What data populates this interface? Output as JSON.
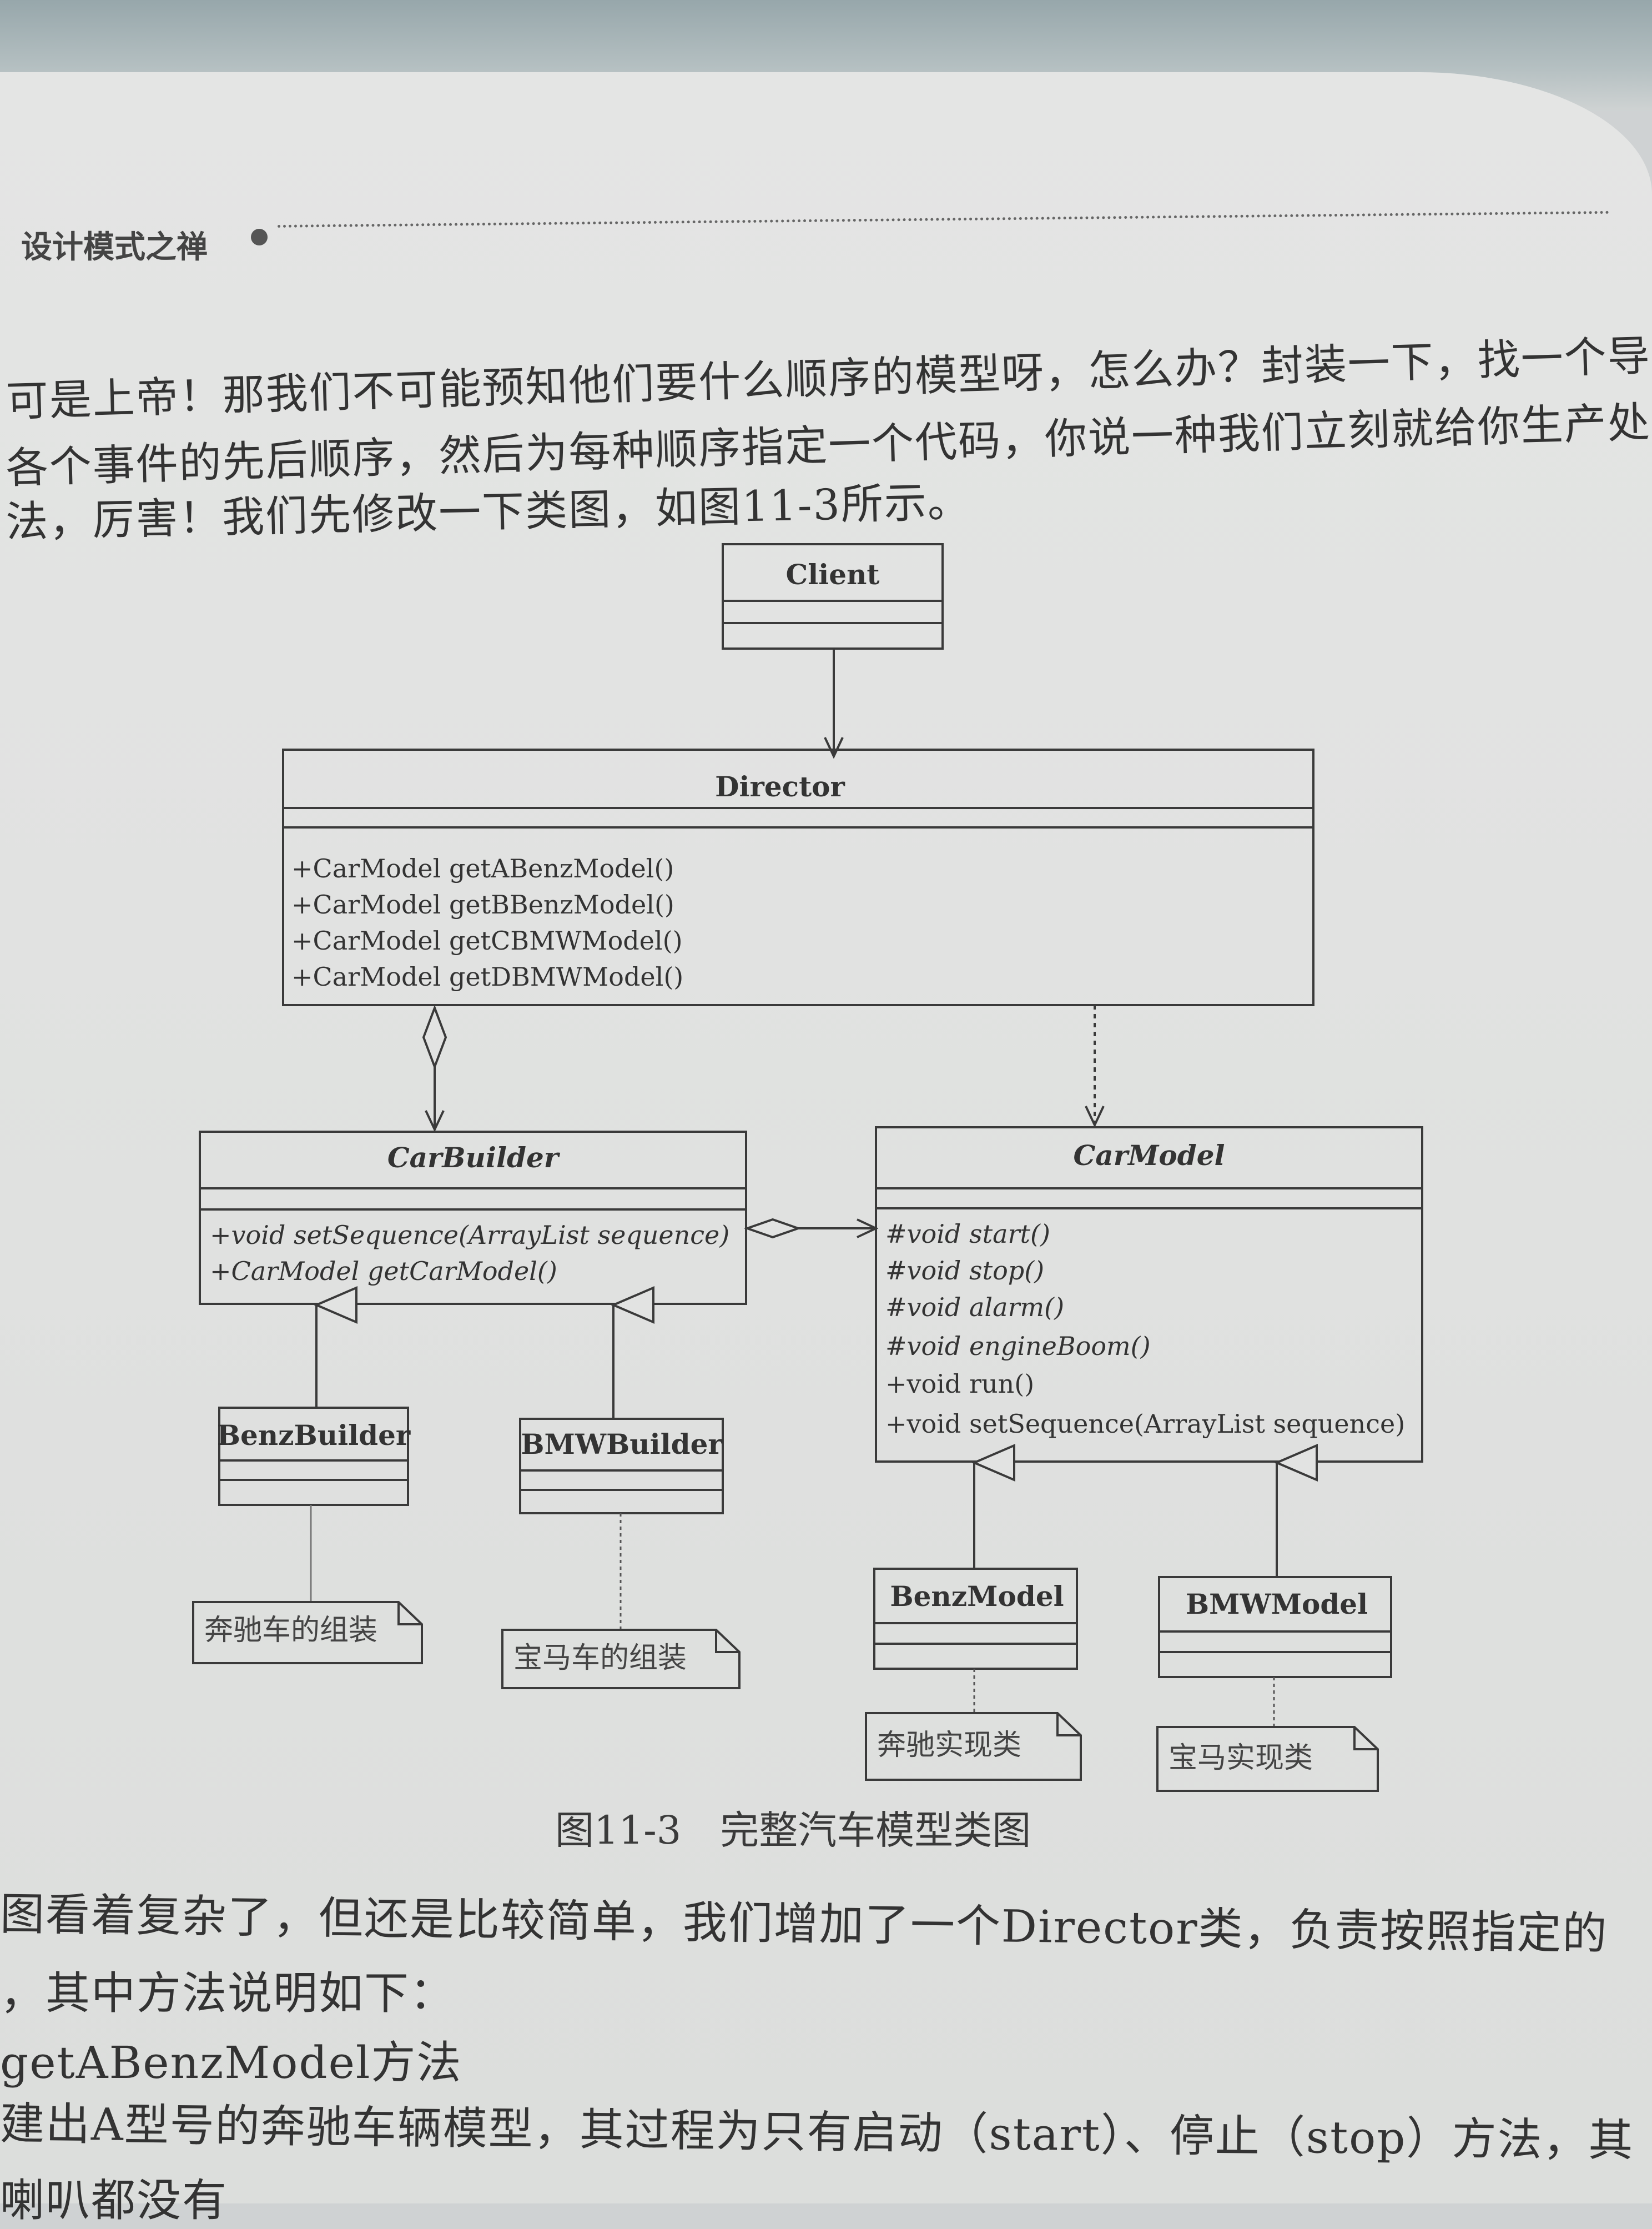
{
  "header": {
    "title": "设计模式之禅"
  },
  "intro_lines": [
    "可是上帝！那我们不可能预知他们要什么顺序的模型呀，怎么办？封装一下，找一个导",
    "各个事件的先后顺序，然后为每种顺序指定一个代码，你说一种我们立刻就给你生产处",
    "法，厉害！我们先修改一下类图，如图11-3所示。"
  ],
  "diagram": {
    "client": {
      "name": "Client"
    },
    "director": {
      "name": "Director",
      "ops": [
        "+CarModel getABenzModel()",
        "+CarModel getBBenzModel()",
        "+CarModel getCBMWModel()",
        "+CarModel getDBMWModel()"
      ]
    },
    "carbuilder": {
      "name": "CarBuilder",
      "ops": [
        "+void setSequence(ArrayList sequence)",
        "+CarModel getCarModel()"
      ]
    },
    "carmodel": {
      "name": "CarModel",
      "ops": [
        "#void start()",
        "#void stop()",
        "#void alarm()",
        "#void engineBoom()",
        "+void run()",
        "+void setSequence(ArrayList sequence)"
      ]
    },
    "benzbuilder": {
      "name": "BenzBuilder",
      "note": "奔驰车的组装"
    },
    "bmwbuilder": {
      "name": "BMWBuilder",
      "note": "宝马车的组装"
    },
    "benzmodel": {
      "name": "BenzModel",
      "note": "奔驰实现类"
    },
    "bmwmodel": {
      "name": "BMWModel",
      "note": "宝马实现类"
    }
  },
  "caption": "图11-3　完整汽车模型类图",
  "body_lines": [
    "图看着复杂了，但还是比较简单，我们增加了一个Director类，负责按照指定的",
    "，其中方法说明如下：",
    "getABenzModel方法",
    "建出A型号的奔驰车辆模型，其过程为只有启动（start）、停止（stop）方法，其",
    "喇叭都没有"
  ]
}
